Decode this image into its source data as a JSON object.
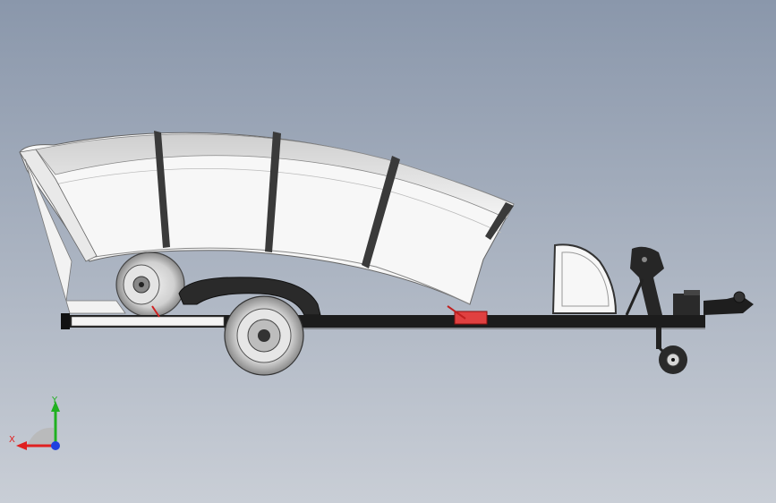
{
  "viewport": {
    "background_top": "#8a97ab",
    "background_bottom": "#c9ced6"
  },
  "model": {
    "name": "boat-trailer-with-canopy",
    "colors": {
      "chassis": "#1e1e1e",
      "canopy": "#f6f6f6",
      "canopy_shade": "#dcdcdc",
      "tire": "#d8d8d8",
      "bracket_red": "#e04040"
    }
  },
  "triad": {
    "x_label": "X",
    "y_label": "Y",
    "colors": {
      "x": "#e02020",
      "y": "#20b020",
      "z": "#2040e0"
    }
  }
}
